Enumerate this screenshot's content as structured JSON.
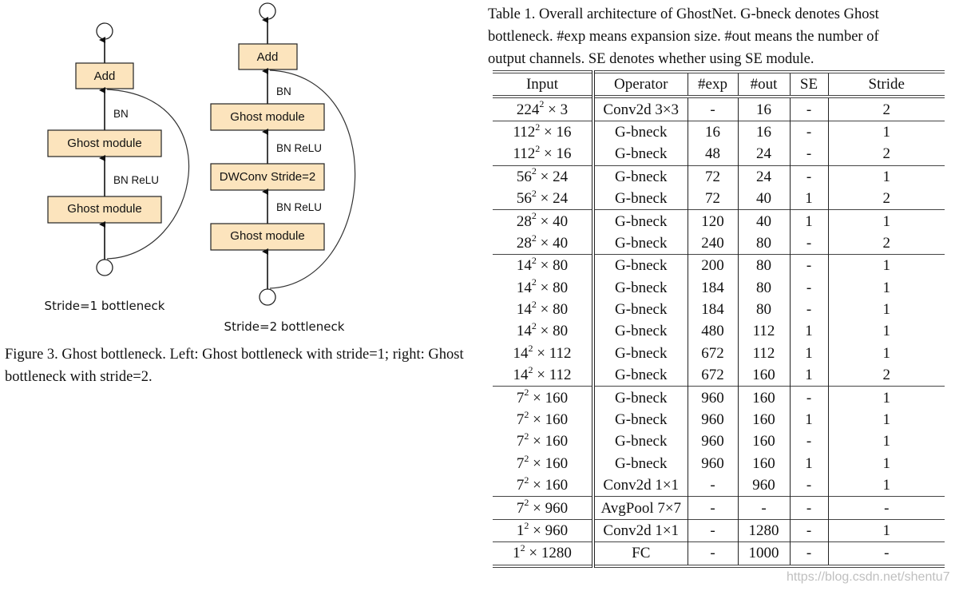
{
  "figure": {
    "left": {
      "add": "Add",
      "module_top": "Ghost module",
      "module_bottom": "Ghost module",
      "label_top": "BN",
      "label_bottom": "BN ReLU",
      "caption": "Stride=1 bottleneck"
    },
    "right": {
      "add": "Add",
      "module_top": "Ghost module",
      "dwconv": "DWConv Stride=2",
      "module_bottom": "Ghost module",
      "label_top": "BN",
      "label_mid": "BN ReLU",
      "label_bottom": "BN ReLU",
      "caption": "Stride=2 bottleneck"
    },
    "box_fill": "#fce4bd",
    "caption": "Figure 3. Ghost bottleneck. Left: Ghost bottleneck with stride=1; right: Ghost bottleneck with stride=2."
  },
  "table": {
    "caption_lines": [
      "Table 1. Overall architecture of GhostNet. G-bneck denotes Ghost",
      "bottleneck. #exp means expansion size. #out means the number of",
      "output channels. SE denotes whether using SE module."
    ],
    "headers": [
      "Input",
      "Operator",
      "#exp",
      "#out",
      "SE",
      "Stride"
    ],
    "rows": [
      {
        "in_base": "224",
        "in_exp": "2",
        "in_ch": "× 3",
        "op": "Conv2d 3×3",
        "exp": "-",
        "out": "16",
        "se": "-",
        "stride": "2",
        "sep": true
      },
      {
        "in_base": "112",
        "in_exp": "2",
        "in_ch": "× 16",
        "op": "G-bneck",
        "exp": "16",
        "out": "16",
        "se": "-",
        "stride": "1",
        "sep": false
      },
      {
        "in_base": "112",
        "in_exp": "2",
        "in_ch": "× 16",
        "op": "G-bneck",
        "exp": "48",
        "out": "24",
        "se": "-",
        "stride": "2",
        "sep": true
      },
      {
        "in_base": "56",
        "in_exp": "2",
        "in_ch": "× 24",
        "op": "G-bneck",
        "exp": "72",
        "out": "24",
        "se": "-",
        "stride": "1",
        "sep": false
      },
      {
        "in_base": "56",
        "in_exp": "2",
        "in_ch": "× 24",
        "op": "G-bneck",
        "exp": "72",
        "out": "40",
        "se": "1",
        "stride": "2",
        "sep": true
      },
      {
        "in_base": "28",
        "in_exp": "2",
        "in_ch": "× 40",
        "op": "G-bneck",
        "exp": "120",
        "out": "40",
        "se": "1",
        "stride": "1",
        "sep": false
      },
      {
        "in_base": "28",
        "in_exp": "2",
        "in_ch": "× 40",
        "op": "G-bneck",
        "exp": "240",
        "out": "80",
        "se": "-",
        "stride": "2",
        "sep": true
      },
      {
        "in_base": "14",
        "in_exp": "2",
        "in_ch": "× 80",
        "op": "G-bneck",
        "exp": "200",
        "out": "80",
        "se": "-",
        "stride": "1",
        "sep": false
      },
      {
        "in_base": "14",
        "in_exp": "2",
        "in_ch": "× 80",
        "op": "G-bneck",
        "exp": "184",
        "out": "80",
        "se": "-",
        "stride": "1",
        "sep": false
      },
      {
        "in_base": "14",
        "in_exp": "2",
        "in_ch": "× 80",
        "op": "G-bneck",
        "exp": "184",
        "out": "80",
        "se": "-",
        "stride": "1",
        "sep": false
      },
      {
        "in_base": "14",
        "in_exp": "2",
        "in_ch": "× 80",
        "op": "G-bneck",
        "exp": "480",
        "out": "112",
        "se": "1",
        "stride": "1",
        "sep": false
      },
      {
        "in_base": "14",
        "in_exp": "2",
        "in_ch": "× 112",
        "op": "G-bneck",
        "exp": "672",
        "out": "112",
        "se": "1",
        "stride": "1",
        "sep": false
      },
      {
        "in_base": "14",
        "in_exp": "2",
        "in_ch": "× 112",
        "op": "G-bneck",
        "exp": "672",
        "out": "160",
        "se": "1",
        "stride": "2",
        "sep": true
      },
      {
        "in_base": "7",
        "in_exp": "2",
        "in_ch": "× 160",
        "op": "G-bneck",
        "exp": "960",
        "out": "160",
        "se": "-",
        "stride": "1",
        "sep": false
      },
      {
        "in_base": "7",
        "in_exp": "2",
        "in_ch": "× 160",
        "op": "G-bneck",
        "exp": "960",
        "out": "160",
        "se": "1",
        "stride": "1",
        "sep": false
      },
      {
        "in_base": "7",
        "in_exp": "2",
        "in_ch": "× 160",
        "op": "G-bneck",
        "exp": "960",
        "out": "160",
        "se": "-",
        "stride": "1",
        "sep": false
      },
      {
        "in_base": "7",
        "in_exp": "2",
        "in_ch": "× 160",
        "op": "G-bneck",
        "exp": "960",
        "out": "160",
        "se": "1",
        "stride": "1",
        "sep": false
      },
      {
        "in_base": "7",
        "in_exp": "2",
        "in_ch": "× 160",
        "op": "Conv2d 1×1",
        "exp": "-",
        "out": "960",
        "se": "-",
        "stride": "1",
        "sep": true
      },
      {
        "in_base": "7",
        "in_exp": "2",
        "in_ch": "× 960",
        "op": "AvgPool 7×7",
        "exp": "-",
        "out": "-",
        "se": "-",
        "stride": "-",
        "sep": true
      },
      {
        "in_base": "1",
        "in_exp": "2",
        "in_ch": "× 960",
        "op": "Conv2d 1×1",
        "exp": "-",
        "out": "1280",
        "se": "-",
        "stride": "1",
        "sep": true
      },
      {
        "in_base": "1",
        "in_exp": "2",
        "in_ch": "× 1280",
        "op": "FC",
        "exp": "-",
        "out": "1000",
        "se": "-",
        "stride": "-",
        "sep": true
      }
    ]
  },
  "watermark": "https://blog.csdn.net/shentu7"
}
